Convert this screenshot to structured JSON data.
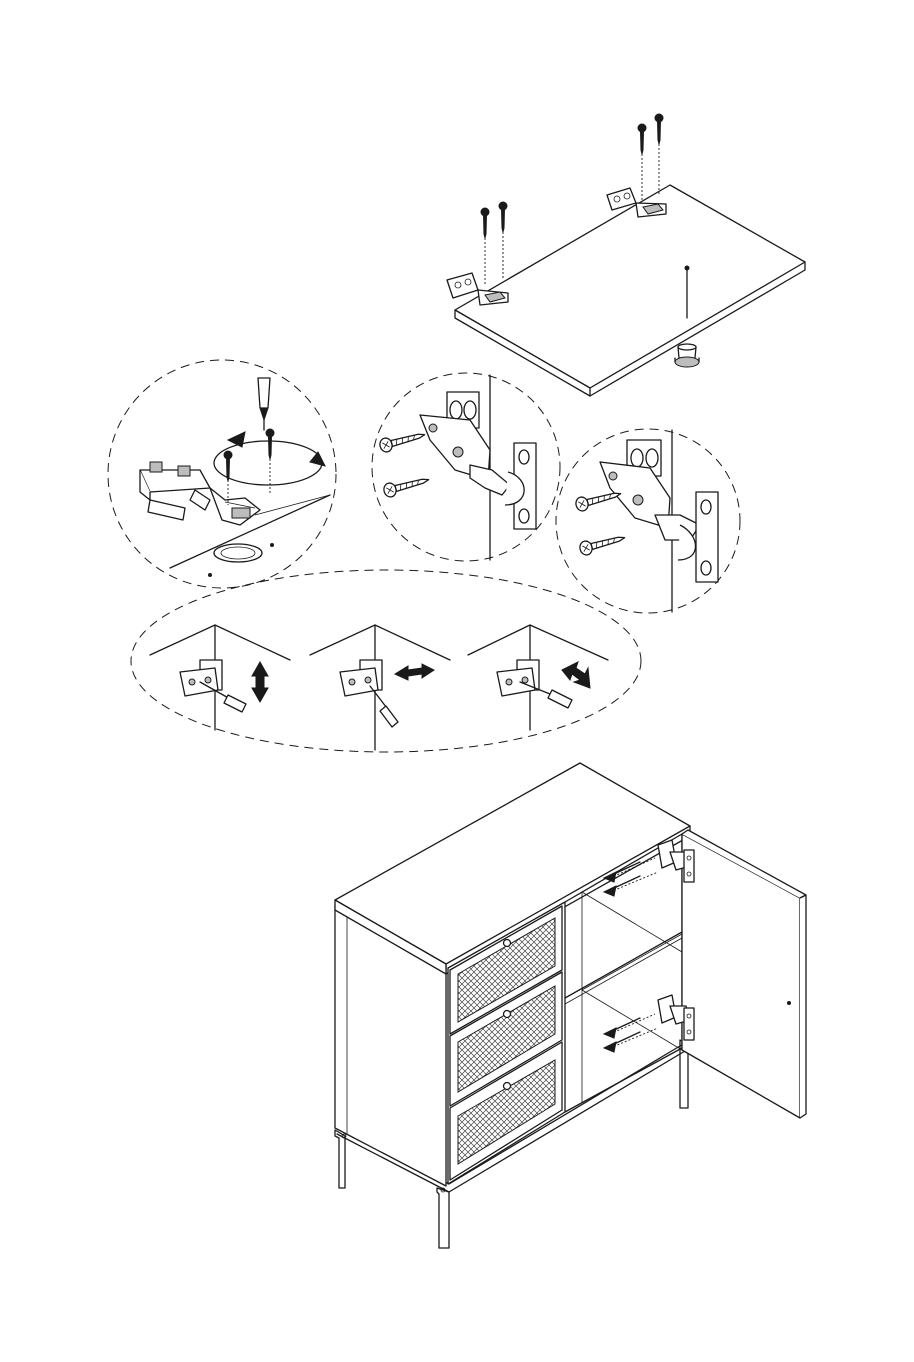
{
  "diagram": {
    "text_labels": [],
    "icons": [
      "screw-icon",
      "hinge-icon",
      "screwdriver-icon",
      "rotation-arrow-icon",
      "up-down-arrow-icon",
      "left-right-arrow-icon",
      "in-out-arrow-icon"
    ],
    "adjustment_directions": [
      "vertical",
      "horizontal",
      "depth"
    ],
    "screws_per_door_hinge": 2
  }
}
